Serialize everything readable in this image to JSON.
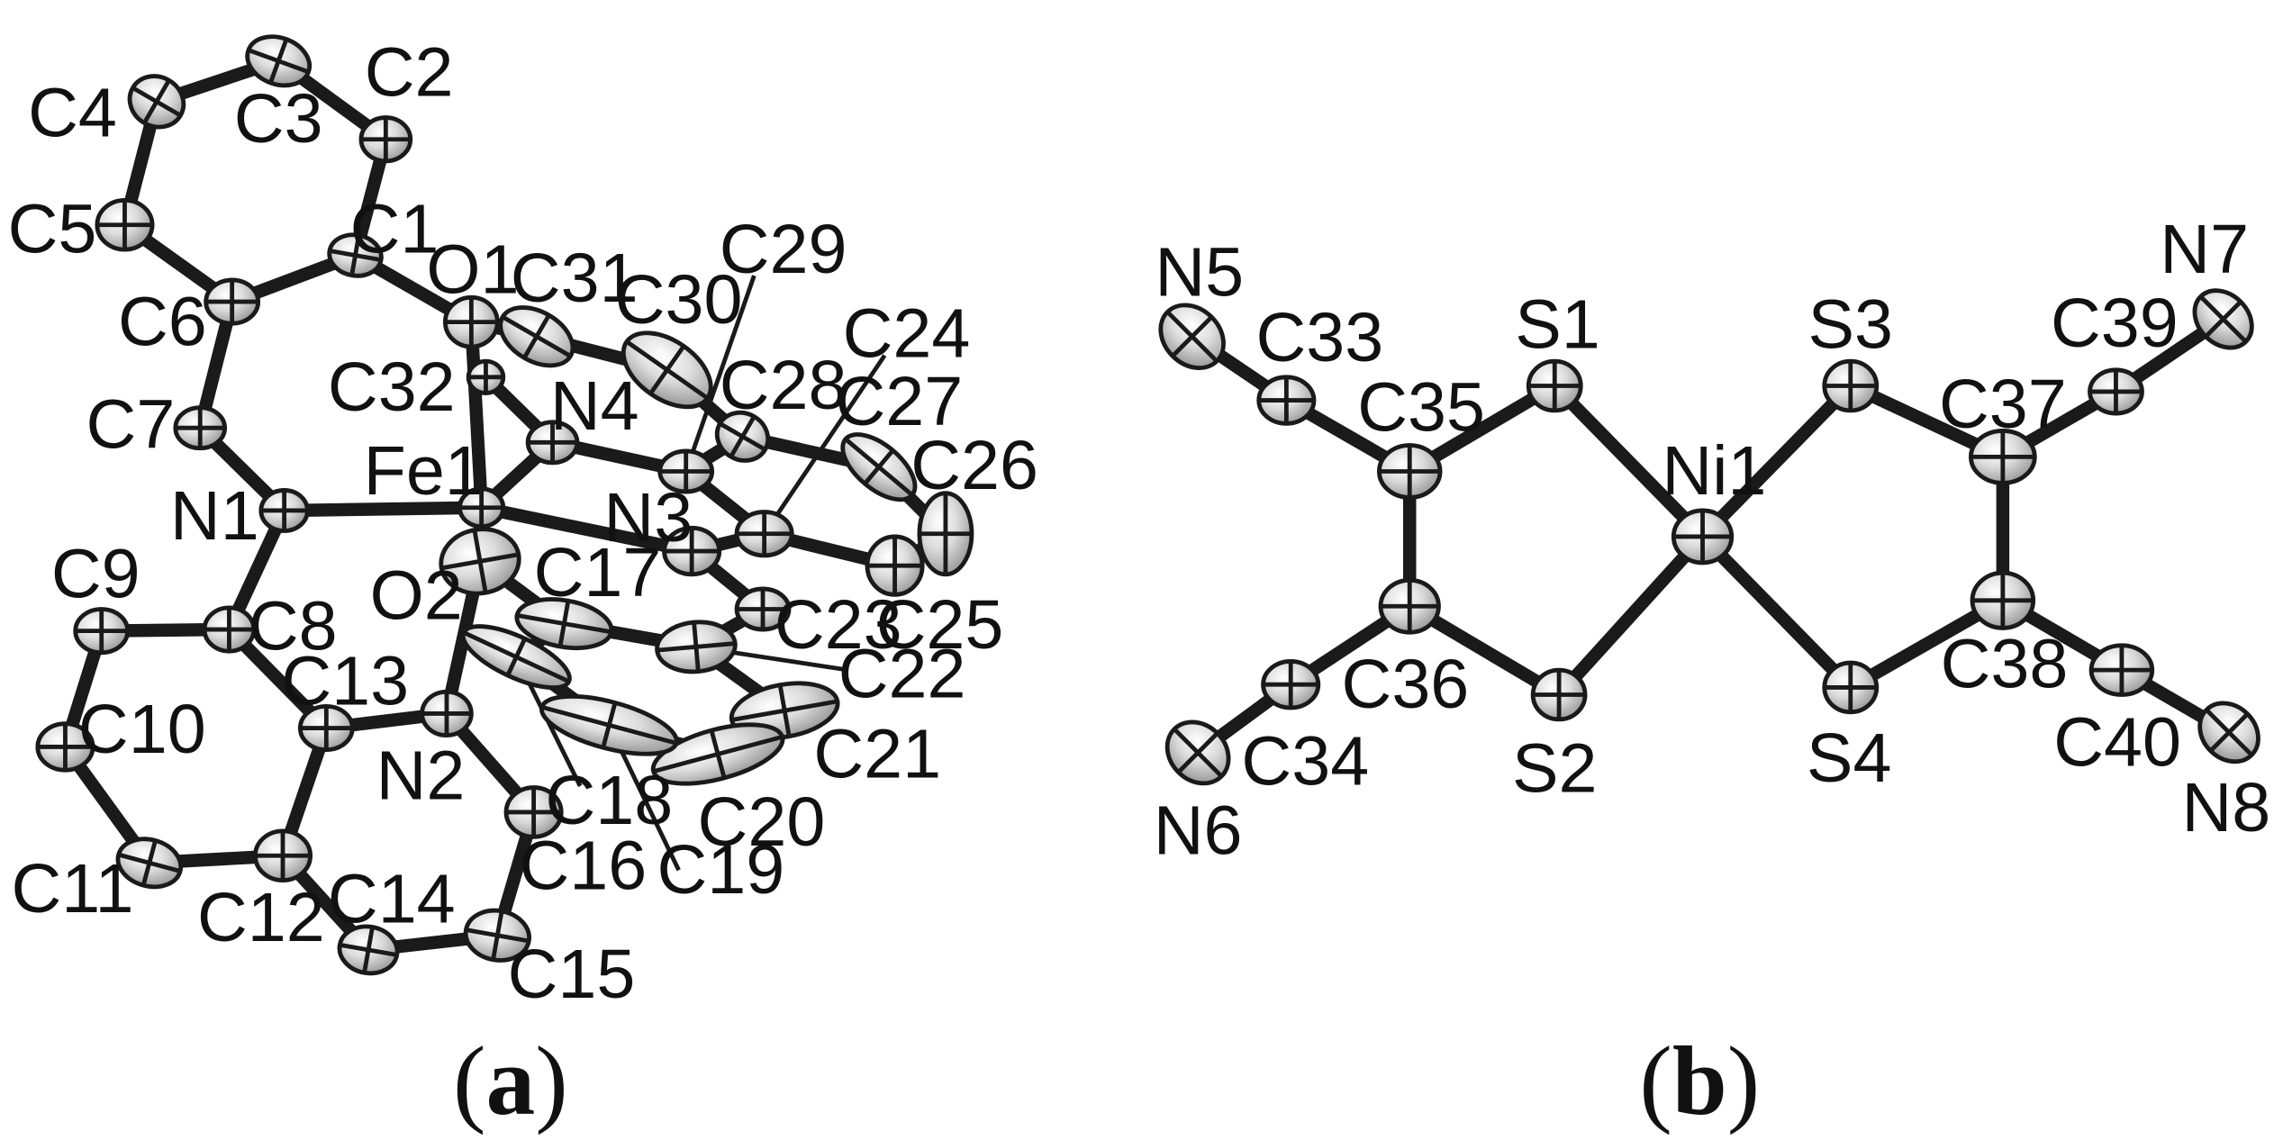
{
  "panels": [
    {
      "id": "a",
      "label": "a",
      "atoms": [
        {
          "id": "C1",
          "label": "C1"
        },
        {
          "id": "C2",
          "label": "C2"
        },
        {
          "id": "C3",
          "label": "C3"
        },
        {
          "id": "C4",
          "label": "C4"
        },
        {
          "id": "C5",
          "label": "C5"
        },
        {
          "id": "C6",
          "label": "C6"
        },
        {
          "id": "C7",
          "label": "C7"
        },
        {
          "id": "N1",
          "label": "N1"
        },
        {
          "id": "C8",
          "label": "C8"
        },
        {
          "id": "C9",
          "label": "C9"
        },
        {
          "id": "C10",
          "label": "C10"
        },
        {
          "id": "C11",
          "label": "C11"
        },
        {
          "id": "C12",
          "label": "C12"
        },
        {
          "id": "C13",
          "label": "C13"
        },
        {
          "id": "N2",
          "label": "N2"
        },
        {
          "id": "C14",
          "label": "C14"
        },
        {
          "id": "C15",
          "label": "C15"
        },
        {
          "id": "C16",
          "label": "C16"
        },
        {
          "id": "O1",
          "label": "O1"
        },
        {
          "id": "O2",
          "label": "O2"
        },
        {
          "id": "Fe1",
          "label": "Fe1"
        },
        {
          "id": "C31",
          "label": "C31"
        },
        {
          "id": "C30",
          "label": "C30"
        },
        {
          "id": "C32",
          "label": "C32"
        },
        {
          "id": "N4",
          "label": "N4"
        },
        {
          "id": "C29",
          "label": "C29"
        },
        {
          "id": "C28",
          "label": "C28"
        },
        {
          "id": "C24",
          "label": "C24"
        },
        {
          "id": "C27",
          "label": "C27"
        },
        {
          "id": "C26",
          "label": "C26"
        },
        {
          "id": "N3",
          "label": "N3"
        },
        {
          "id": "C25",
          "label": "C25"
        },
        {
          "id": "C23",
          "label": "C23"
        },
        {
          "id": "C17",
          "label": "C17"
        },
        {
          "id": "C22",
          "label": "C22"
        },
        {
          "id": "C21",
          "label": "C21"
        },
        {
          "id": "C20",
          "label": "C20"
        },
        {
          "id": "C19",
          "label": "C19"
        },
        {
          "id": "C18",
          "label": "C18"
        }
      ]
    },
    {
      "id": "b",
      "label": "b",
      "atoms": [
        {
          "id": "N5",
          "label": "N5"
        },
        {
          "id": "C33",
          "label": "C33"
        },
        {
          "id": "S1",
          "label": "S1"
        },
        {
          "id": "C35",
          "label": "C35"
        },
        {
          "id": "Ni1",
          "label": "Ni1"
        },
        {
          "id": "S3",
          "label": "S3"
        },
        {
          "id": "C39",
          "label": "C39"
        },
        {
          "id": "N7",
          "label": "N7"
        },
        {
          "id": "C37",
          "label": "C37"
        },
        {
          "id": "C36",
          "label": "C36"
        },
        {
          "id": "S2",
          "label": "S2"
        },
        {
          "id": "S4",
          "label": "S4"
        },
        {
          "id": "C38",
          "label": "C38"
        },
        {
          "id": "C34",
          "label": "C34"
        },
        {
          "id": "N6",
          "label": "N6"
        },
        {
          "id": "C40",
          "label": "C40"
        },
        {
          "id": "N8",
          "label": "N8"
        }
      ]
    }
  ]
}
